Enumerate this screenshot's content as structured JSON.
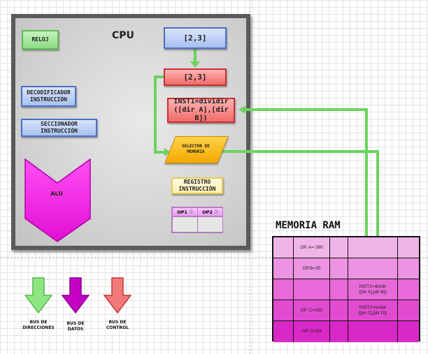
{
  "cpu": {
    "title": "CPU",
    "reloj": "RELOJ",
    "decodificador": "DECODIFICADOR\nINSTRUCCIÓN",
    "seccionador": "SECCIONADOR\nINSTRUCCIÓN",
    "alu": "ALU",
    "input_value": "[2,3]",
    "register_value": "[2,3]",
    "instruction": "INST1=dividir\n([dir A],[dir B])",
    "selector": "SELECTOR DE\nMEMORIA",
    "registro": "REGISTRO\nINSTRUCCIÓN",
    "op1": "OP1",
    "op2": "OP2"
  },
  "ram": {
    "title": "MEMORIA RAM",
    "rows": [
      [
        "",
        "OP. A= 280",
        "",
        "",
        ""
      ],
      [
        "",
        "OP.B=35",
        "",
        "",
        ""
      ],
      [
        "",
        "",
        "",
        "INST1=dividir\n([dir A],[dir B])",
        ""
      ],
      [
        "",
        "OP. C=192",
        "",
        "INST2=restar\n([dir C],[dir D])",
        ""
      ],
      [
        "",
        "OP. D=83",
        "",
        "",
        ""
      ]
    ],
    "row_colors": [
      "#f0b4e8",
      "#ec94e2",
      "#e76ad8",
      "#e14bcf",
      "#d928c6"
    ]
  },
  "buses": [
    {
      "label": "BUS DE\nDIRECCIONES",
      "color": "#6cd35e"
    },
    {
      "label": "BUS DE\nDATOS",
      "color": "#b400b4"
    },
    {
      "label": "BUS DE\nCONTROL",
      "color": "#e64848"
    }
  ]
}
